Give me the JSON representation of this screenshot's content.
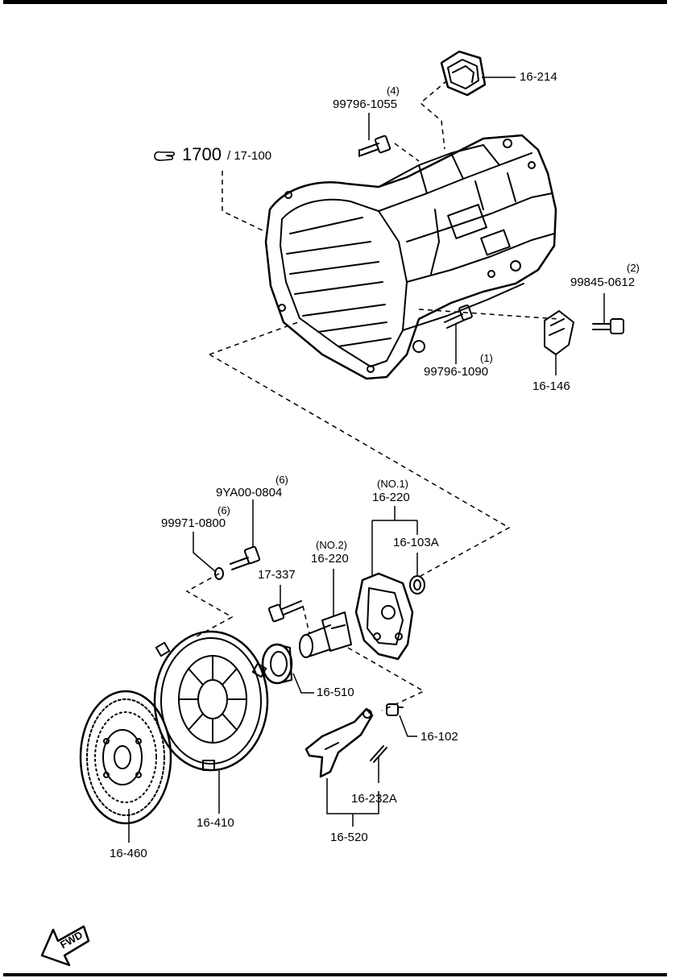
{
  "labels": {
    "bezel_16_214": "16-214",
    "bolt_99796_1055_qty": "(4)",
    "bolt_99796_1055": "99796-1055",
    "ref_1700": "1700",
    "ref_17_100": "/ 17-100",
    "bolt_99845_0612_qty": "(2)",
    "bolt_99845_0612": "99845-0612",
    "bolt_99796_1090_qty": "(1)",
    "bolt_99796_1090": "99796-1090",
    "cover_16_146": "16-146",
    "no1": "(NO.1)",
    "housing_no1": "16-220",
    "seal_16_103a": "16-103A",
    "bolt_9ya00_qty": "(6)",
    "bolt_9ya00": "9YA00-0804",
    "washer_99971_qty": "(6)",
    "washer_99971": "99971-0800",
    "no2": "(NO.2)",
    "housing_no2": "16-220",
    "bolt_17_337": "17-337",
    "bearing_16_510": "16-510",
    "pivot_16_102": "16-102",
    "pin_16_232a": "16-232A",
    "fork_16_520": "16-520",
    "pressure_plate_16_410": "16-410",
    "disc_16_460": "16-460",
    "fwd": "FWD"
  }
}
